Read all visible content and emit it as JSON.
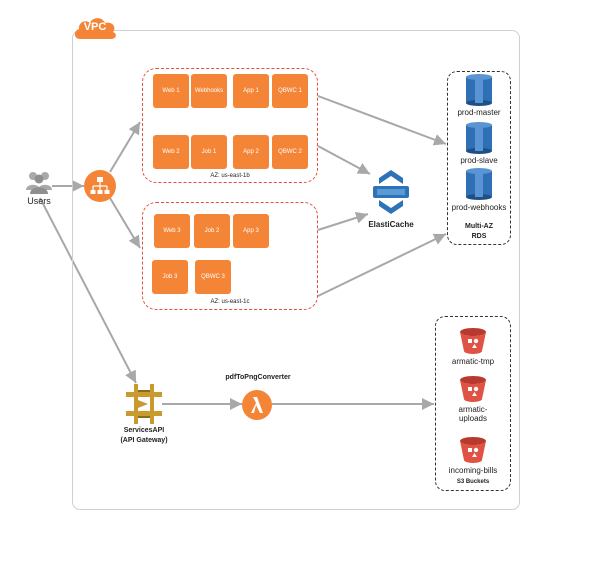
{
  "vpc": {
    "label": "VPC"
  },
  "users": {
    "label": "Users"
  },
  "az": [
    {
      "label": "AZ: us-east-1b"
    },
    {
      "label": "AZ: us-east-1c"
    }
  ],
  "instances_az1": [
    "Web 1",
    "Webhooks",
    "App 1",
    "QBWC 1",
    "Web 2",
    "Job 1",
    "App 2",
    "QBWC 2"
  ],
  "instances_az2": [
    "Web 3",
    "Job 2",
    "App 3",
    "Job 3",
    "QBWC 3"
  ],
  "elasticache": {
    "label": "ElastiCache"
  },
  "rds": {
    "items": [
      "prod-master",
      "prod-slave",
      "prod-webhooks"
    ],
    "caption_line1": "Multi-AZ",
    "caption_line2": "RDS"
  },
  "api": {
    "name": "ServicesAPI",
    "sub": "(API Gateway)"
  },
  "lambda": {
    "label": "pdfToPngConverter"
  },
  "s3": {
    "items": [
      "armatic-tmp",
      "armatic-",
      "uploads",
      "incoming-bills"
    ],
    "caption": "S3 Buckets"
  },
  "colors": {
    "orange": "#f58536",
    "rds_blue": "#2f6fb5",
    "elasticache_blue": "#2e73b8",
    "s3_red": "#e05243",
    "api_gold": "#c99a2e",
    "arrow_gray": "#a8a8a8"
  }
}
